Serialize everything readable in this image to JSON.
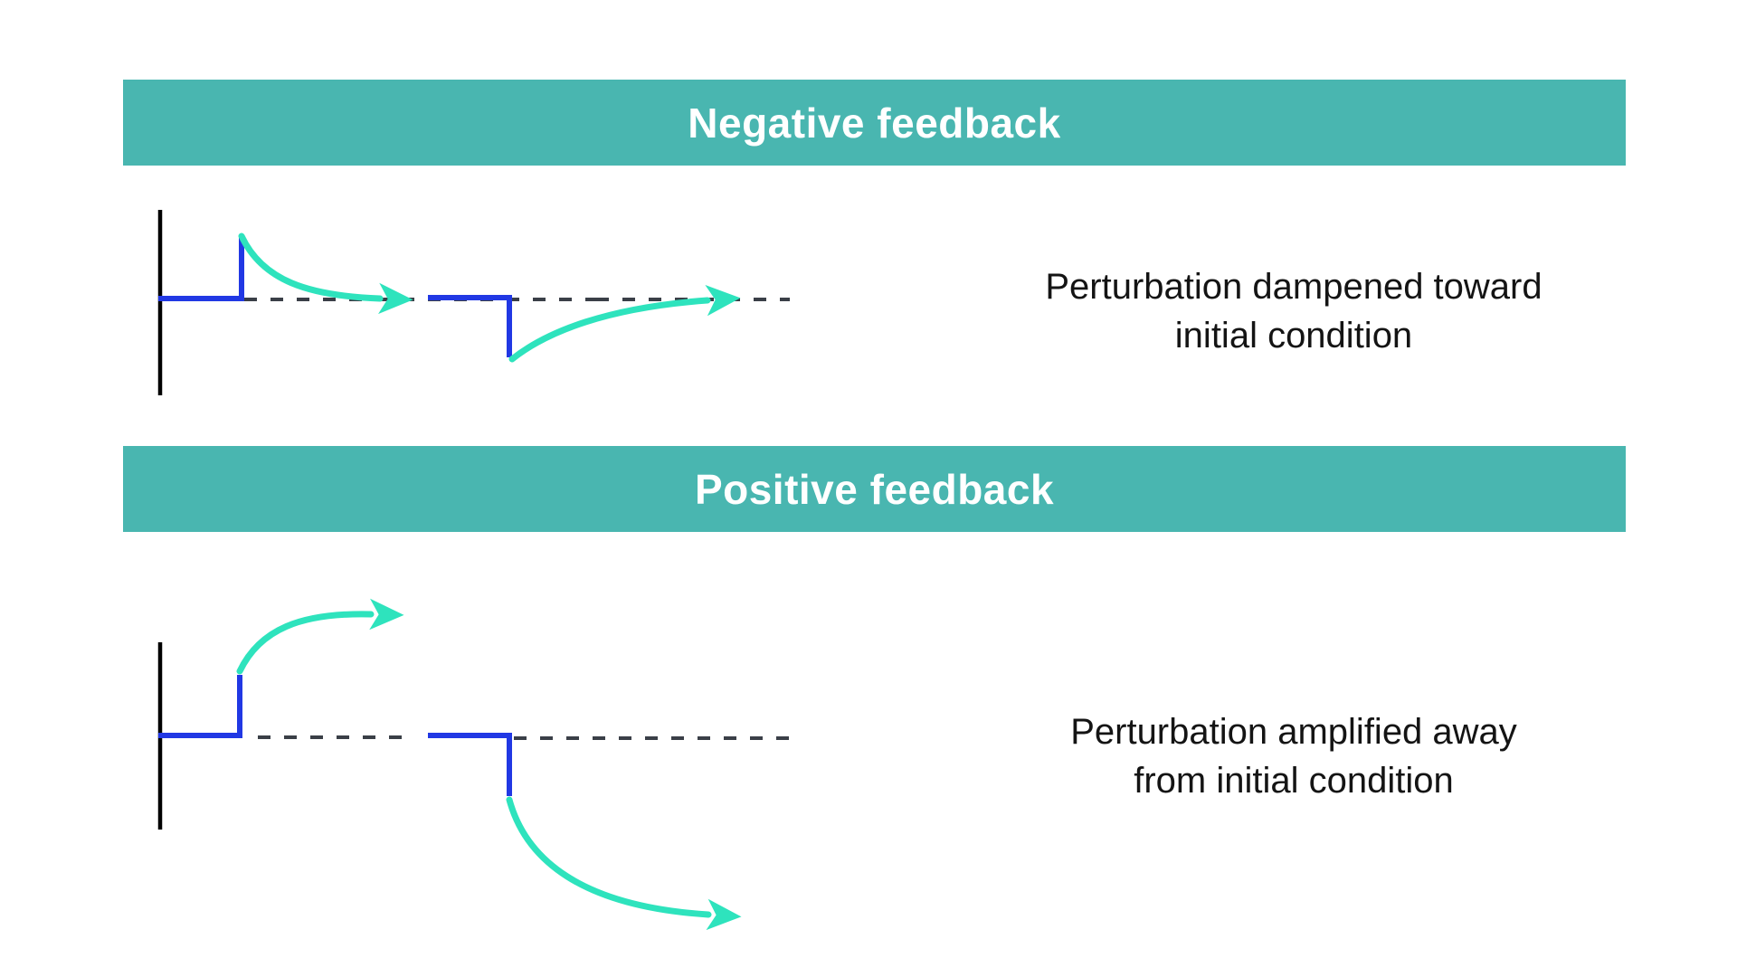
{
  "page": {
    "background": "#ffffff",
    "description": "Comparison of negative and positive feedback responses to a perturbation"
  },
  "colors": {
    "band_teal": "#49b6b0",
    "band_text": "#ffffff",
    "signal_blue": "#2138e4",
    "arrow_teal": "#2ee3bd",
    "dash_gray": "#3a3f47",
    "axis_black": "#000000",
    "caption_text": "#141414"
  },
  "negative_section": {
    "band_label": "Negative feedback",
    "caption_line1": "Perturbation dampened toward",
    "caption_line2": "initial condition"
  },
  "positive_section": {
    "band_label": "Positive feedback",
    "caption_line1": "Perturbation amplified away",
    "caption_line2": "from initial condition"
  }
}
